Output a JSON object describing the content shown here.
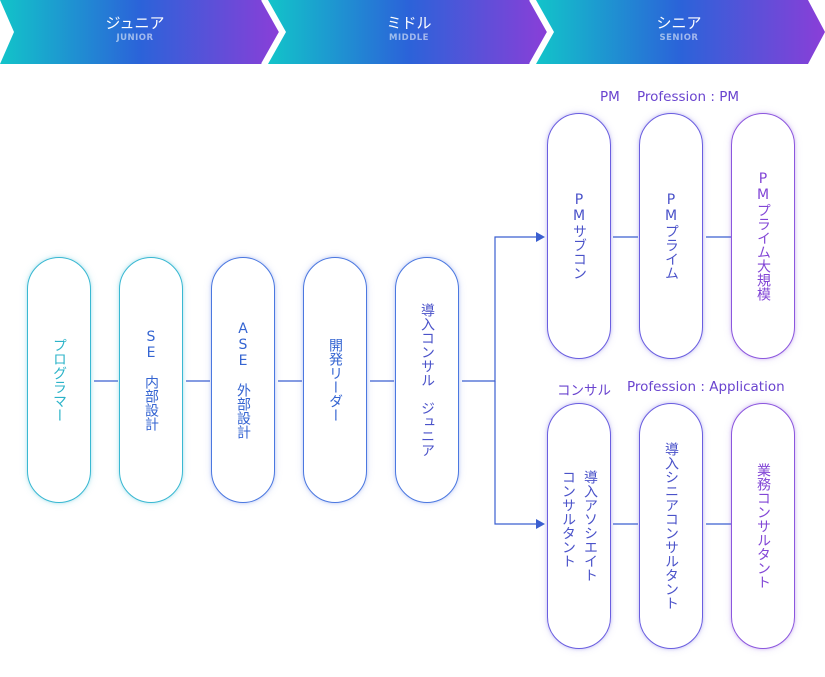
{
  "stages": [
    {
      "label_ja": "ジュニア",
      "label_en": "JUNIOR"
    },
    {
      "label_ja": "ミドル",
      "label_en": "MIDDLE"
    },
    {
      "label_ja": "シニア",
      "label_en": "SENIOR"
    }
  ],
  "path": [
    {
      "label": "プログラマー"
    },
    {
      "label": "SE　内部設計"
    },
    {
      "label": "ASE　外部設計"
    },
    {
      "label": "開発リーダー"
    },
    {
      "label": "導入コンサル　ジュニア"
    }
  ],
  "groups": {
    "pm": {
      "label": "PM",
      "profession": "Profession : PM",
      "roles": [
        "PMサブコン",
        "PMプライム",
        "PMプライム大規模"
      ]
    },
    "consult": {
      "label": "コンサル",
      "profession": "Profession : Application",
      "roles": [
        "導入アソシエイト\nコンサルタント",
        "導入シニアコンサルタント",
        "業務コンサルタント"
      ]
    }
  },
  "colors": {
    "banner_start": "#12c4c9",
    "banner_mid": "#2b63d9",
    "banner_end": "#8a3ed8",
    "connector": "#3b5fd0",
    "teal": "#2bb3c8",
    "purple": "#8246d6"
  }
}
